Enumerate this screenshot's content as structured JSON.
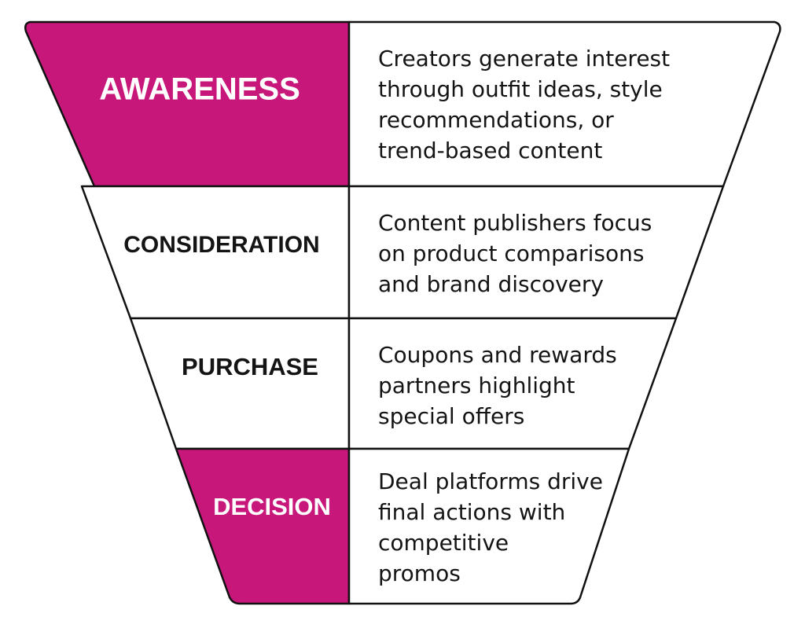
{
  "colors": {
    "accent": "#C8177A",
    "outline": "#111111",
    "panel": "#FFFFFF",
    "text_dark": "#141414",
    "text_light": "#FFFFFF"
  },
  "stages": [
    {
      "name": "AWARENESS",
      "highlighted": true,
      "description": [
        "Creators generate interest",
        "through outfit ideas, style",
        "recommendations, or",
        "trend-based content"
      ]
    },
    {
      "name": "CONSIDERATION",
      "highlighted": false,
      "description": [
        "Content publishers focus",
        "on product comparisons",
        "and brand discovery"
      ]
    },
    {
      "name": "PURCHASE",
      "highlighted": false,
      "description": [
        "Coupons and rewards",
        "partners highlight",
        "special offers"
      ]
    },
    {
      "name": "DECISION",
      "highlighted": true,
      "description": [
        "Deal platforms drive",
        "final actions with",
        "competitive",
        "promos"
      ]
    }
  ]
}
